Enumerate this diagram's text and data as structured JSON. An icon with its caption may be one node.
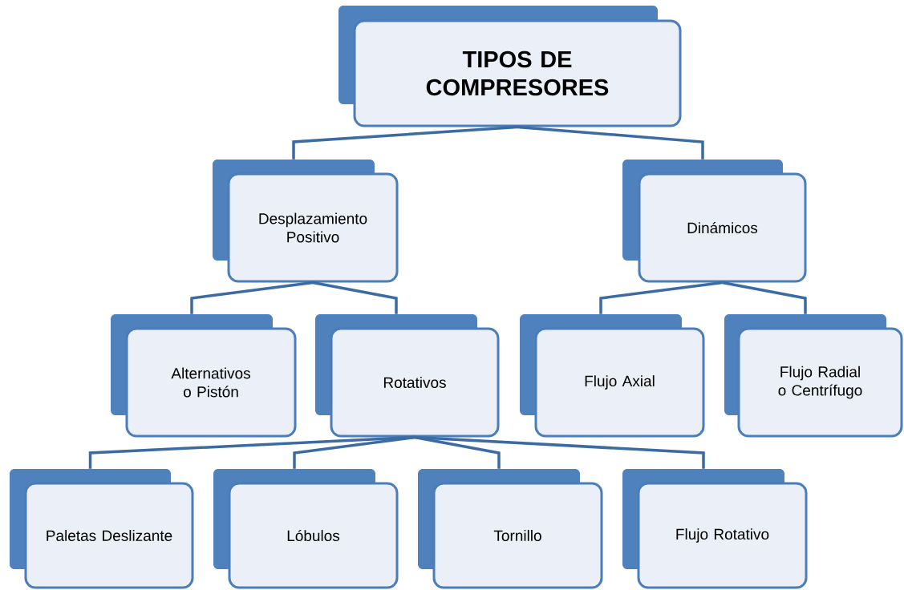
{
  "diagram": {
    "nodes": [
      {
        "text": [
          "TIPOS DE COMPRESORES"
        ]
      },
      {
        "text": [
          "Desplazamiento Positivo"
        ]
      },
      {
        "text": [
          "Dinámicos"
        ]
      },
      {
        "text": [
          "Alternativos o Pistón"
        ]
      },
      {
        "text": [
          "Rotativos"
        ]
      },
      {
        "text": [
          "Flujo Axial"
        ]
      },
      {
        "text": [
          "Flujo Radial o Centrífugo"
        ]
      },
      {
        "text": [
          "Paletas Deslizante"
        ]
      },
      {
        "text": [
          "Lóbulos"
        ]
      },
      {
        "text": [
          "Tornillo"
        ]
      },
      {
        "text": [
          "Flujo Rotativo"
        ]
      }
    ],
    "edges": [
      {
        "from": 0,
        "to": 1,
        "arrow": "none"
      },
      {
        "from": 0,
        "to": 2,
        "arrow": "none"
      },
      {
        "from": 1,
        "to": 3,
        "arrow": "none"
      },
      {
        "from": 1,
        "to": 4,
        "arrow": "none"
      },
      {
        "from": 2,
        "to": 5,
        "arrow": "none"
      },
      {
        "from": 2,
        "to": 6,
        "arrow": "none"
      },
      {
        "from": 4,
        "to": 7,
        "arrow": "none"
      },
      {
        "from": 4,
        "to": 8,
        "arrow": "none"
      },
      {
        "from": 4,
        "to": 9,
        "arrow": "none"
      },
      {
        "from": 4,
        "to": 10,
        "arrow": "none"
      }
    ]
  }
}
